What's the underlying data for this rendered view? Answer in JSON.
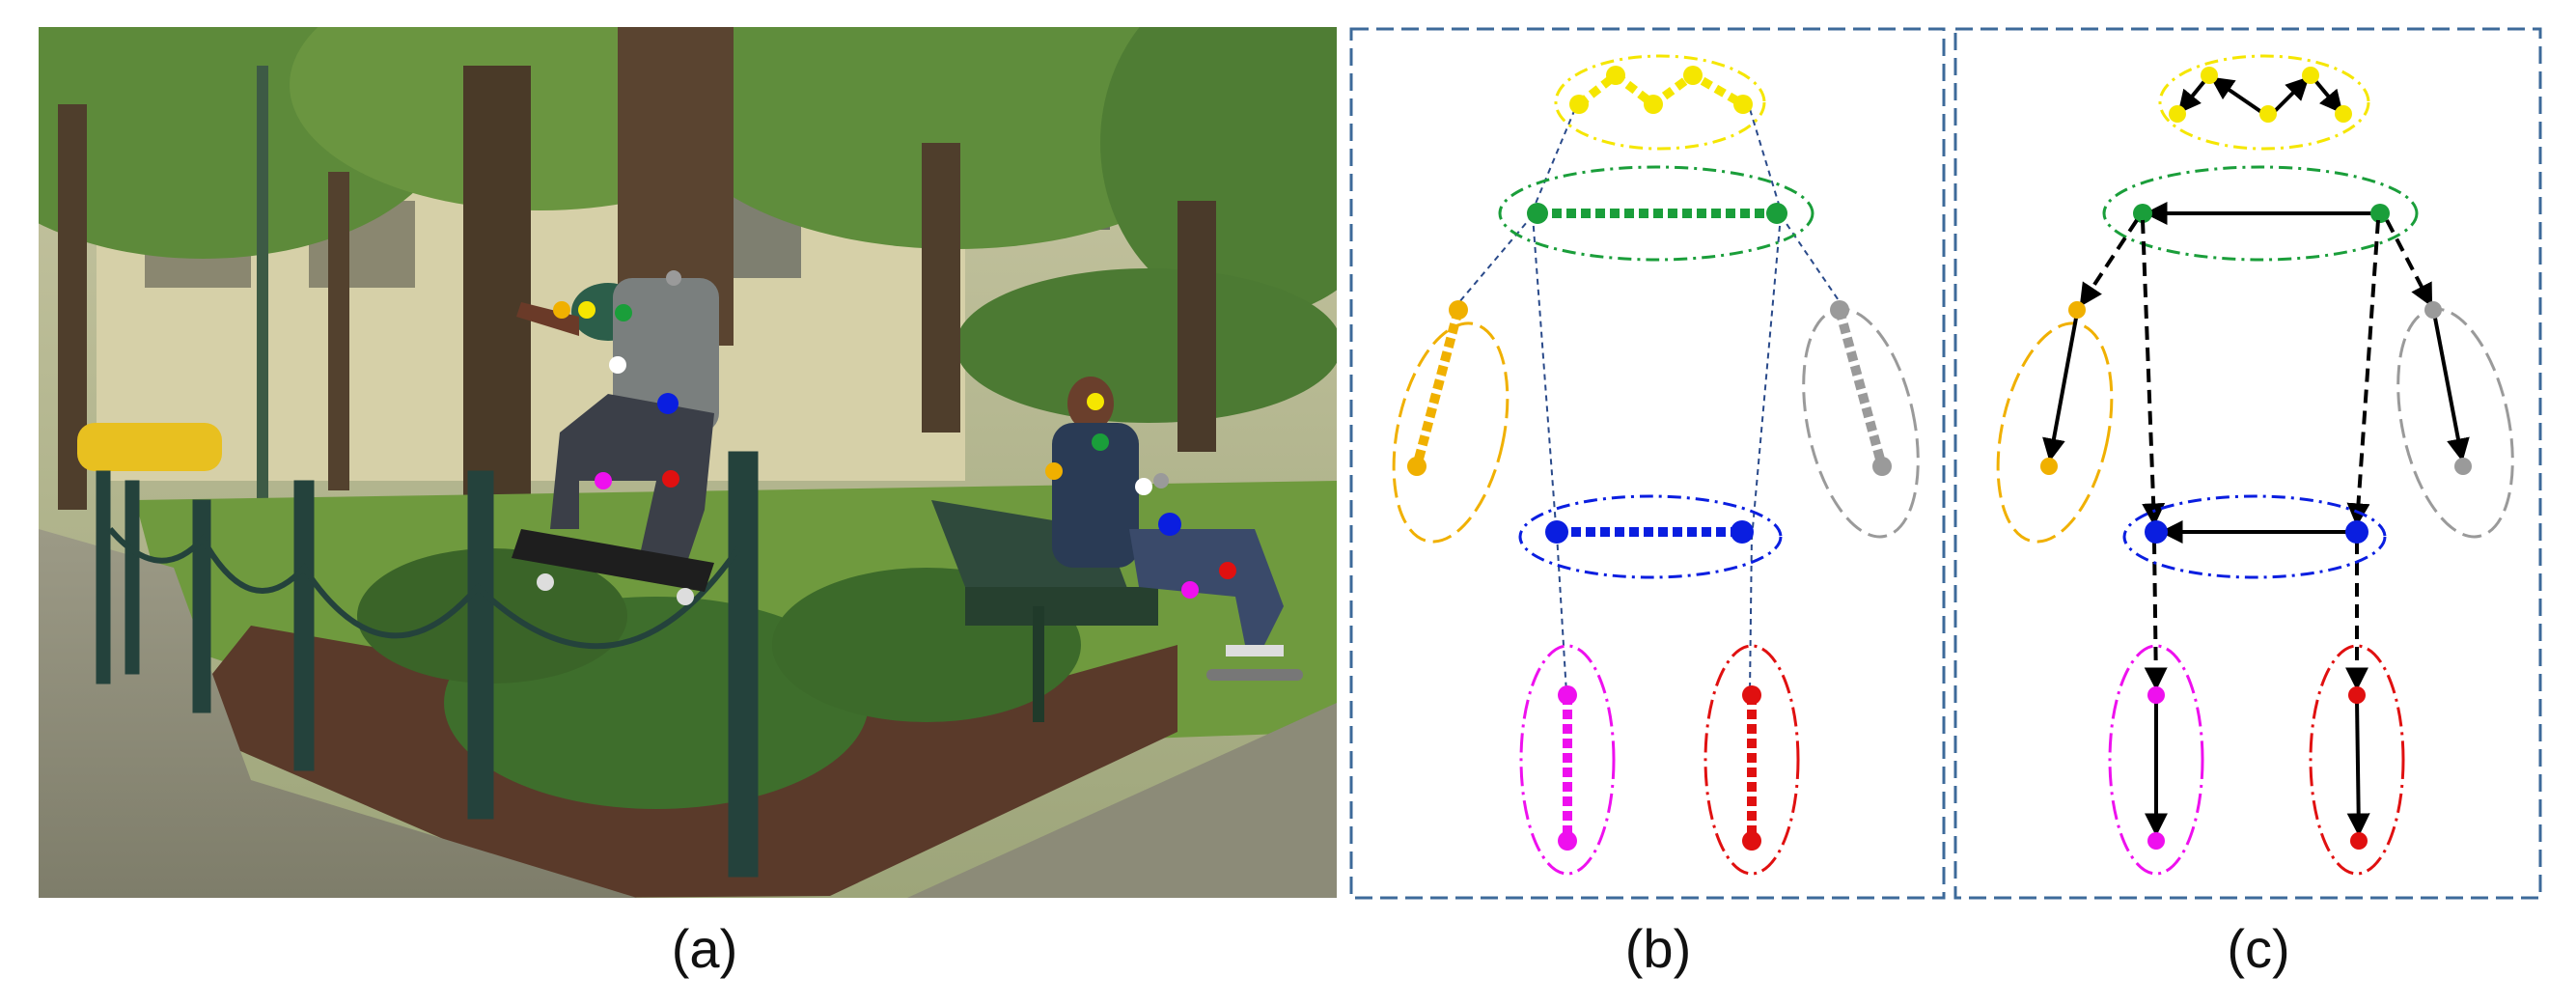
{
  "captions": {
    "a": "(a)",
    "b": "(b)",
    "c": "(c)"
  },
  "colors": {
    "head": "#f5e600",
    "torso": "#1a9e3a",
    "left_arm": "#f0b000",
    "right_arm": "#9a9a9a",
    "hip": "#0a1ee0",
    "left_leg": "#ee10ee",
    "right_leg": "#e01010",
    "frame": "#3d6a9a"
  },
  "groups": [
    "head",
    "torso",
    "left-arm",
    "right-arm",
    "hip",
    "left-leg",
    "right-leg"
  ]
}
